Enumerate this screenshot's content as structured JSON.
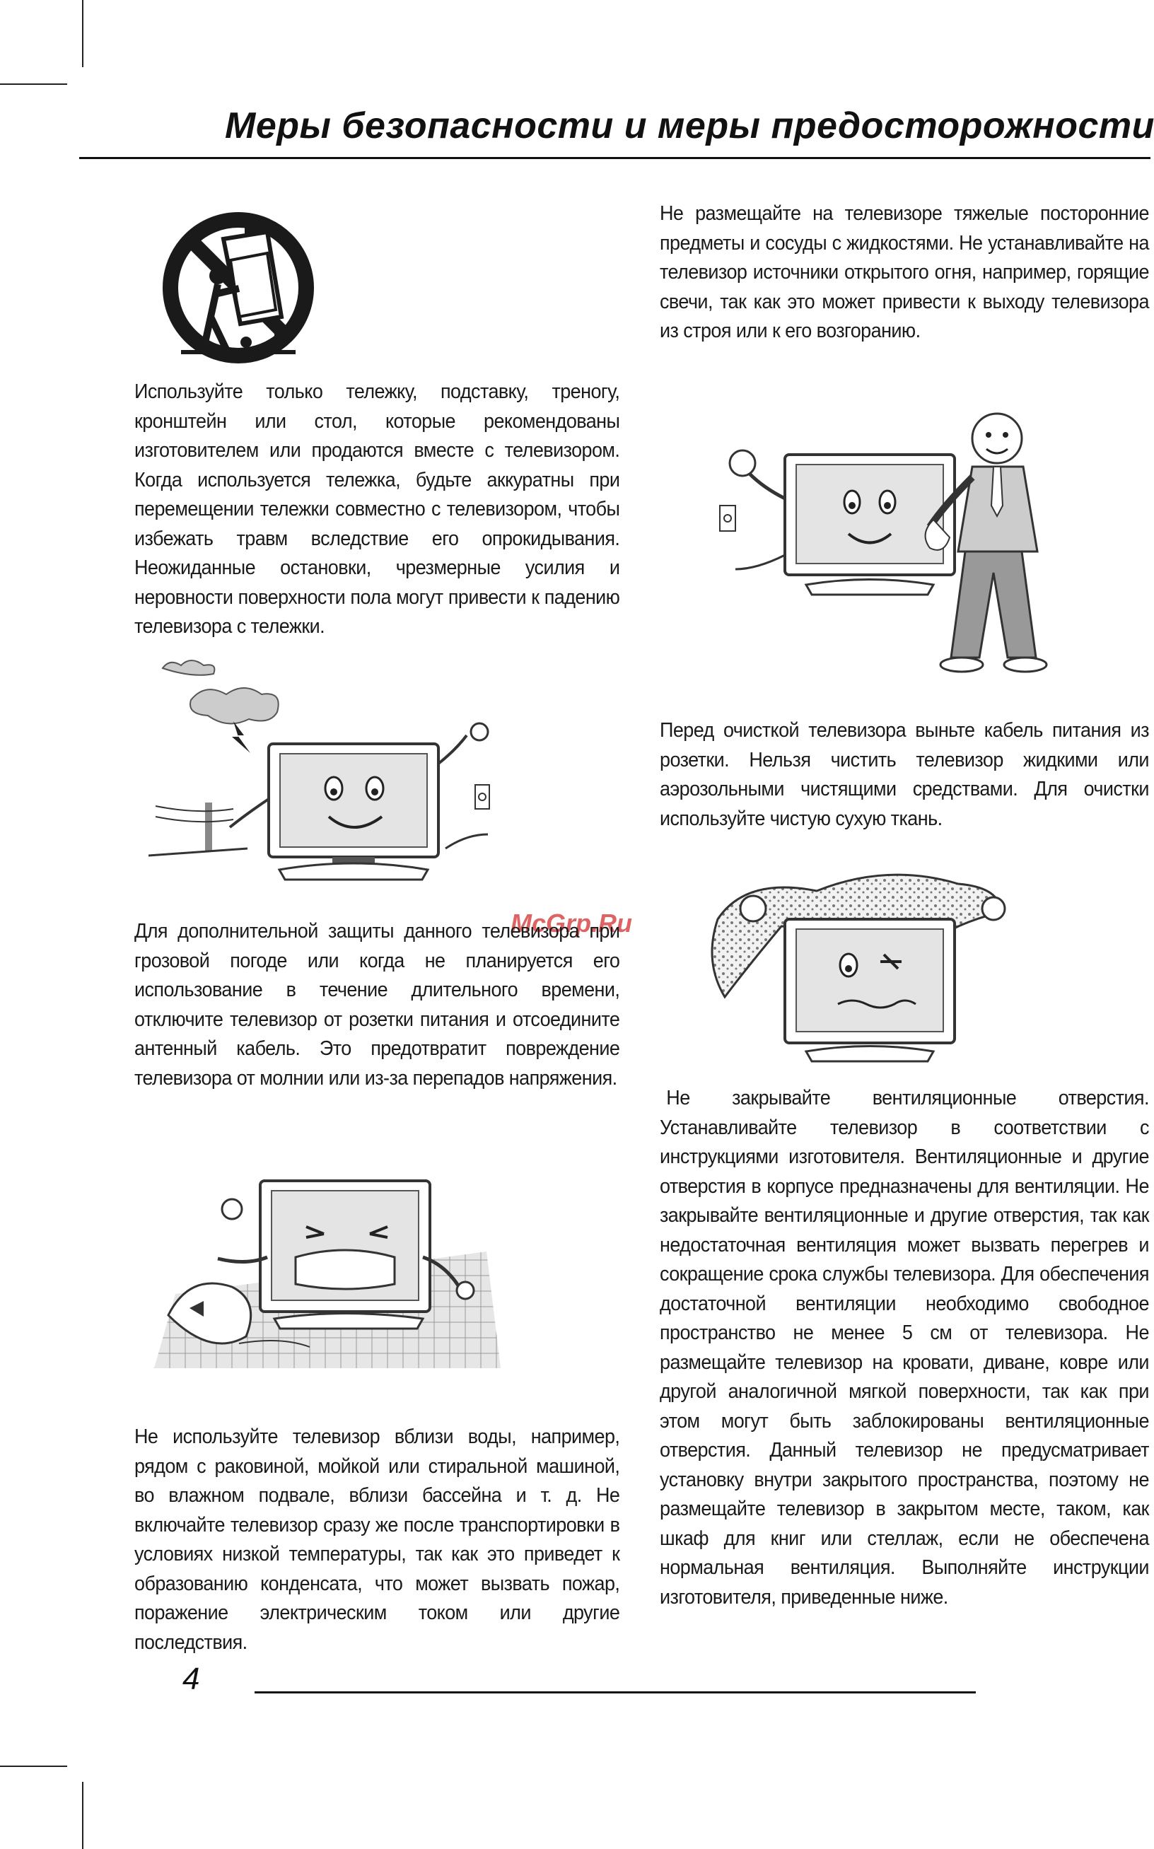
{
  "header": {
    "title": "Меры безопасности и меры предосторожности"
  },
  "watermark": "McGrp.Ru",
  "left_column": {
    "cart_warning": "Используйте только тележку, подставку, треногу, кронштейн или стол, которые рекомендованы изготовителем или продаются вместе с телевизором. Когда используется тележка, будьте аккуратны при перемещении тележки совместно с телевизором, чтобы избежать травм вследствие его опрокидывания. Неожиданные остановки, чрезмерные усилия и неровности поверхности пола могут привести к падению телевизора с тележки.",
    "lightning_warning": "Для дополнительной защиты данного телевизора при грозовой погоде или когда не планируется его использование в течение длительного времени, отключите телевизор от розетки питания и отсоедините антенный кабель. Это предотвратит повреждение телевизора от молнии или из-за перепадов напряжения.",
    "water_warning": "Не используйте телевизор вблизи воды, например, рядом с раковиной, мойкой или стиральной машиной, во влажном подвале, вблизи бассейна и т. д. Не включайте телевизор сразу же после транспортировки в условиях низкой температуры, так как это приведет к образованию конденсата, что может вызвать пожар, поражение электрическим током или другие последствия."
  },
  "right_column": {
    "objects_warning": "Не размещайте на телевизоре тяжелые посторонние предметы и сосуды с жидкостями. Не устанавливайте на телевизор источники открытого огня, например, горящие свечи, так как это может привести к выходу телевизора из строя или к его возгоранию.",
    "cleaning_warning": "Перед очисткой телевизора выньте кабель питания из розетки. Нельзя чистить телевизор жидкими или аэрозольными чистящими средствами. Для очистки используйте чистую сухую ткань.",
    "ventilation_warning": "Не закрывайте вентиляционные отверстия. Устанавливайте телевизор в соответствии с инструкциями изготовителя. Вентиляционные и другие отверстия в корпусе предназначены для вентиляции. Не закрывайте вентиляционные и другие отверстия, так как недостаточная вентиляция может вызвать перегрев и сокращение срока службы телевизора. Для обеспечения достаточной вентиляции необходимо свободное пространство не менее 5 см от телевизора. Не размещайте телевизор на кровати, диване, ковре или другой аналогичной мягкой поверхности, так как при этом могут быть заблокированы вентиляционные отверстия. Данный телевизор не предусматривает установку внутри закрытого пространства, поэтому не размещайте телевизор в закрытом месте, таком, как шкаф для книг или стеллаж, если не обеспечена нормальная вентиляция. Выполняйте инструкции изготовителя, приведенные ниже."
  },
  "footer": {
    "page_number": "4"
  }
}
